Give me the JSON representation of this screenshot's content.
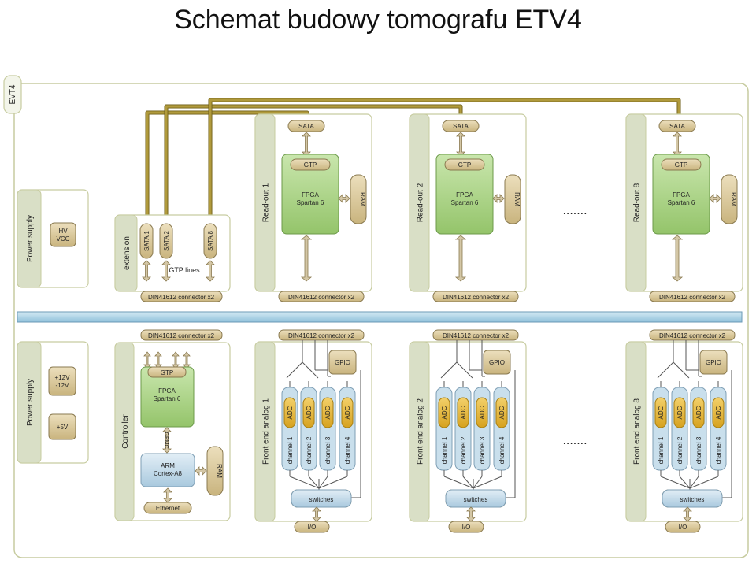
{
  "title": "Schemat budowy tomografu ETV4",
  "frame_label": "EVT4",
  "top": {
    "power_supply": {
      "label": "Power supply",
      "chip": [
        "HV",
        "VCC"
      ]
    },
    "extension": {
      "label": "extension",
      "sata_ports": [
        "SATA 1",
        "SATA 2",
        "SATA 8"
      ],
      "gtp_lines": "GTP lines",
      "connector": "DIN41612 connector x2"
    },
    "readouts": [
      {
        "label": "Read-out 1",
        "sata": "SATA",
        "gtp": "GTP",
        "fpga": [
          "FPGA",
          "Spartan 6"
        ],
        "ram": "RAM",
        "connector": "DIN41612 connector x2"
      },
      {
        "label": "Read-out 2",
        "sata": "SATA",
        "gtp": "GTP",
        "fpga": [
          "FPGA",
          "Spartan 6"
        ],
        "ram": "RAM",
        "connector": "DIN41612 connector x2"
      },
      {
        "label": "Read-out 8",
        "sata": "SATA",
        "gtp": "GTP",
        "fpga": [
          "FPGA",
          "Spartan 6"
        ],
        "ram": "RAM",
        "connector": "DIN41612 connector x2"
      }
    ],
    "ellipsis": "......."
  },
  "bottom": {
    "power_supply": {
      "label": "Power supply",
      "chip1": [
        "+12V",
        "-12V"
      ],
      "chip2": "+5V"
    },
    "controller": {
      "label": "Controller",
      "connector": "DIN41612 connector x2",
      "gtp": "GTP",
      "fpga": [
        "FPGA",
        "Spartan 6"
      ],
      "gpmc": "GPMC",
      "arm": [
        "ARM",
        "Cortex-A8"
      ],
      "ram": "RAM",
      "ethernet": "Ethernet"
    },
    "frontends": [
      {
        "label": "Front end analog 1",
        "connector": "DIN41612 connector x2",
        "gpio": "GPIO",
        "adc": "ADC",
        "channels": [
          "channel 1",
          "channel 2",
          "channel 3",
          "channel 4"
        ],
        "switches": "switches",
        "io": "I/O"
      },
      {
        "label": "Front end analog 2",
        "connector": "DIN41612 connector x2",
        "gpio": "GPIO",
        "adc": "ADC",
        "channels": [
          "channel 1",
          "channel 2",
          "channel 3",
          "channel 4"
        ],
        "switches": "switches",
        "io": "I/O"
      },
      {
        "label": "Front end analog 8",
        "connector": "DIN41612 connector x2",
        "gpio": "GPIO",
        "adc": "ADC",
        "channels": [
          "channel 1",
          "channel 2",
          "channel 3",
          "channel 4"
        ],
        "switches": "switches",
        "io": "I/O"
      }
    ],
    "ellipsis": "......."
  },
  "colors": {
    "board_fill": "#ffffff",
    "board_stroke": "#c7cca0",
    "label_panel": "#d9dfc6",
    "chip_fill": "#d8c79a",
    "chip_stroke": "#8a7a50",
    "fpga_fill": "#a5cf7e",
    "fpga_stroke": "#6c9a4a",
    "arm_fill": "#c3dbea",
    "adc_fill": "#e0b43a",
    "bus_fill": "#a9d0e4",
    "cable": "#b09a3c"
  }
}
